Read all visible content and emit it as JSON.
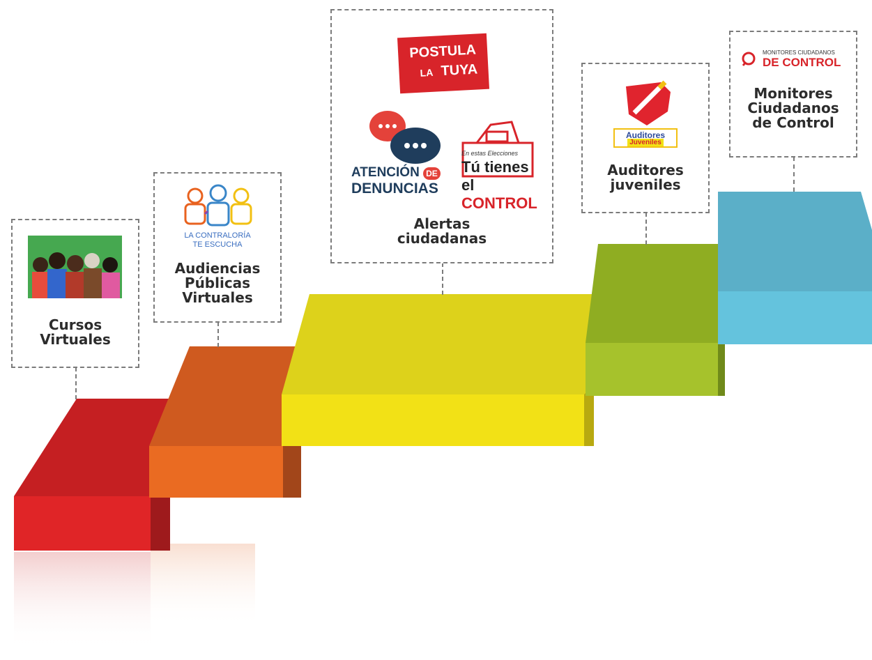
{
  "steps": [
    {
      "label": "Cursos\nVirtuales",
      "color": "#e02527"
    },
    {
      "label": "Audiencias\nPúblicas\nVirtuales",
      "color": "#e8621f"
    },
    {
      "label": "Alertas\nciudadanas",
      "color": "#f2df15"
    },
    {
      "label": "Auditores\njuveniles",
      "color": "#a4c12c"
    },
    {
      "label": "Monitores\nCiudadanos\nde Control",
      "color": "#5fbfd9"
    }
  ],
  "logos": {
    "contraloria_line1": "LA CONTRALORÍA",
    "contraloria_line2": "TE ESCUCHA",
    "postula_line1": "POSTULA",
    "postula_small": "LA",
    "postula_line2": "TUYA",
    "atencion_line1": "ATENCIÓN",
    "atencion_de": "DE",
    "atencion_line2": "DENUNCIAS",
    "tu_tienes_small": "En estas Elecciones",
    "tu_tienes_line1": "Tú tienes",
    "tu_tienes_line2a": "el",
    "tu_tienes_line2b": "CONTROL",
    "auditores_line1": "Auditores",
    "auditores_line2": "Juveniles",
    "monitores_small": "MONITORES CIUDADANOS",
    "monitores_big": "DE CONTROL"
  }
}
